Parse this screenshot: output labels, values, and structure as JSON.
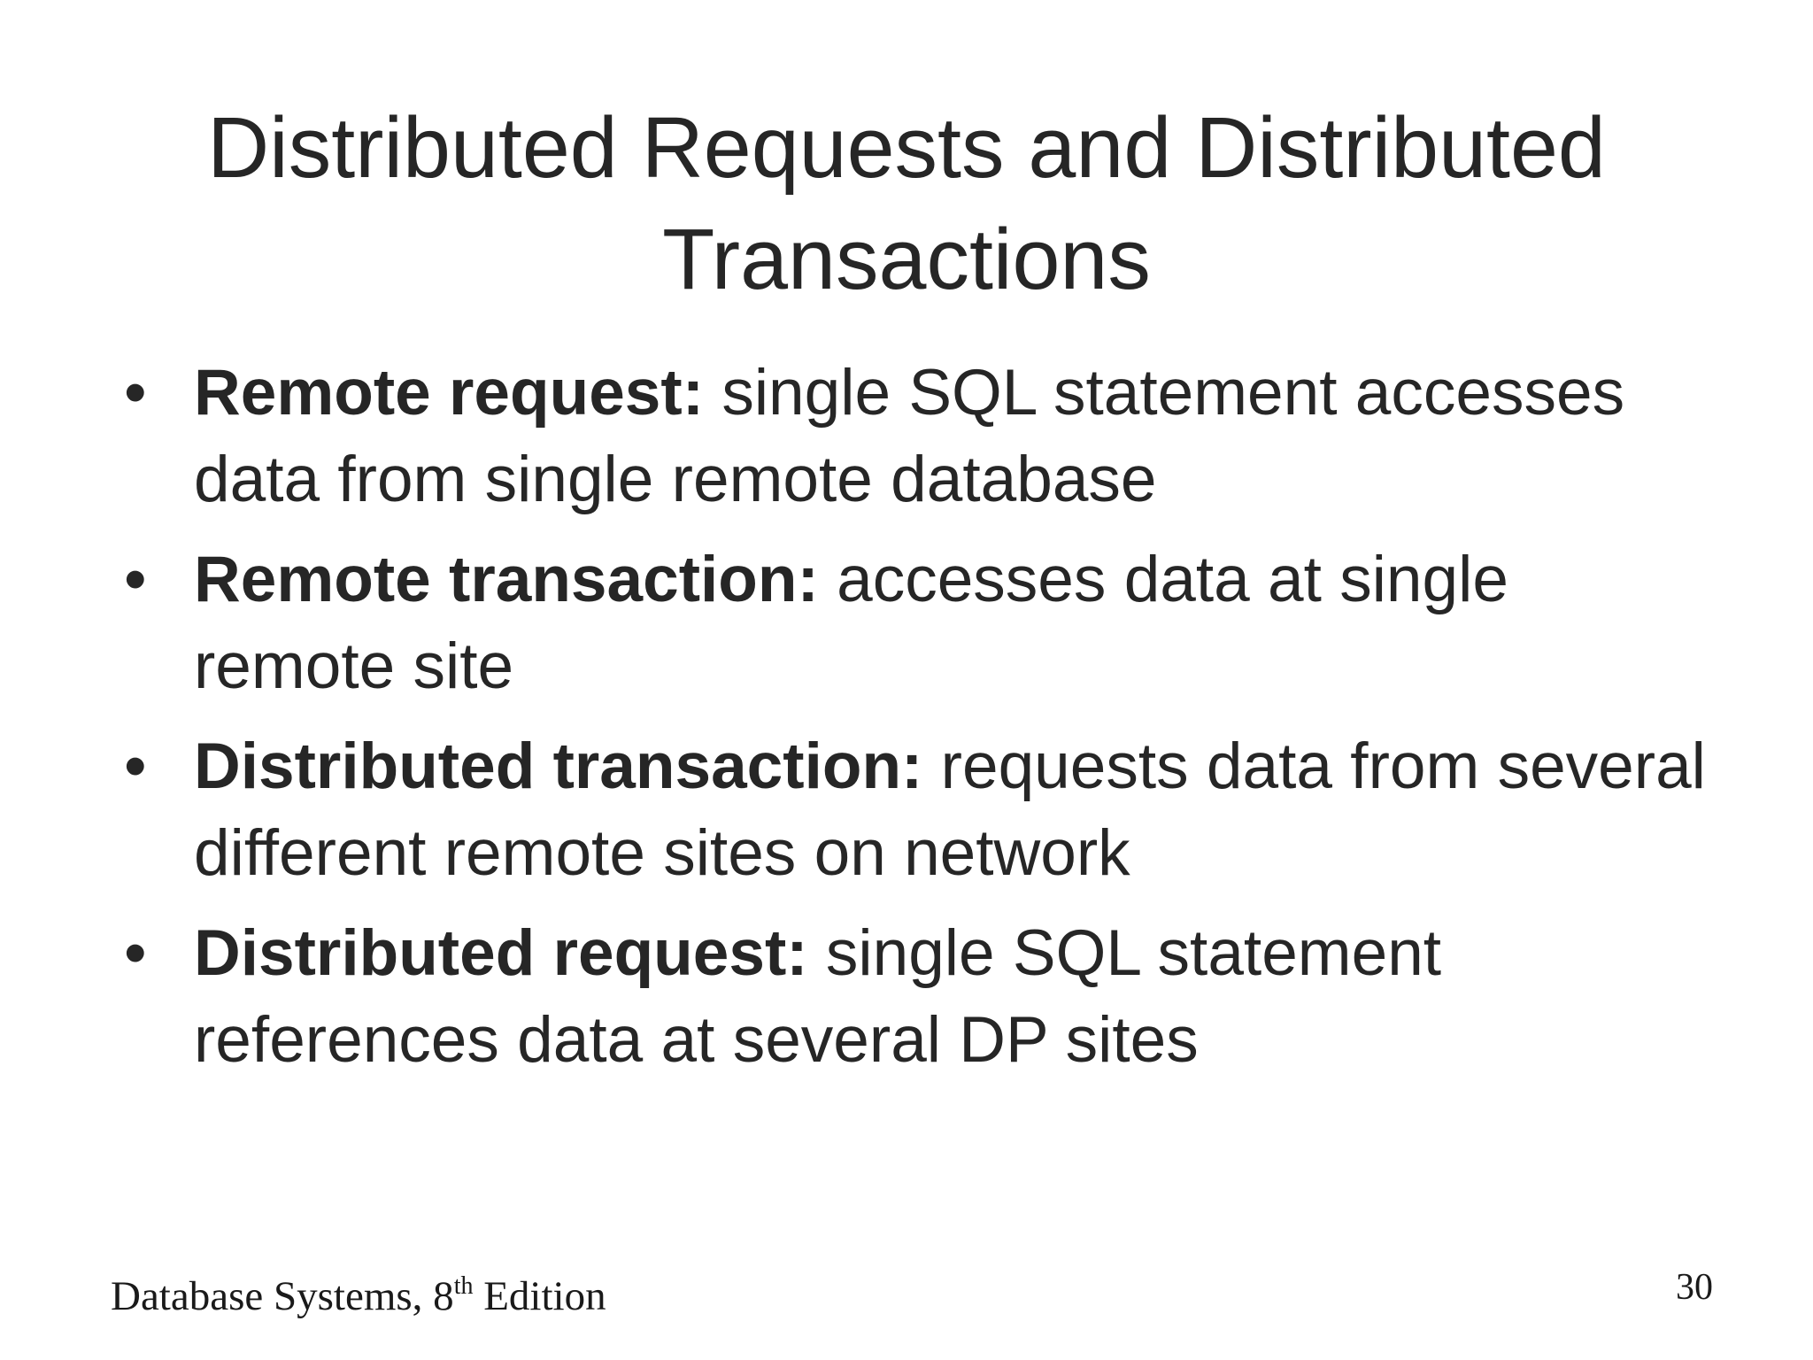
{
  "slide": {
    "title_line1": "Distributed Requests and Distributed",
    "title_line2": "Transactions",
    "bullets": [
      {
        "term": "Remote request:",
        "text": "single SQL statement accesses data from single remote database"
      },
      {
        "term": "Remote transaction:",
        "text": "accesses data at single remote site"
      },
      {
        "term": "Distributed transaction:",
        "text": "requests data from several different remote sites on network"
      },
      {
        "term": "Distributed request:",
        "text": "single SQL statement references data at several DP sites"
      }
    ]
  },
  "footer": {
    "book_prefix": "Database Systems, 8",
    "book_superscript": "th",
    "book_suffix": "Edition",
    "page_number": "30"
  },
  "colors": {
    "text": "#262626",
    "background": "#ffffff"
  }
}
